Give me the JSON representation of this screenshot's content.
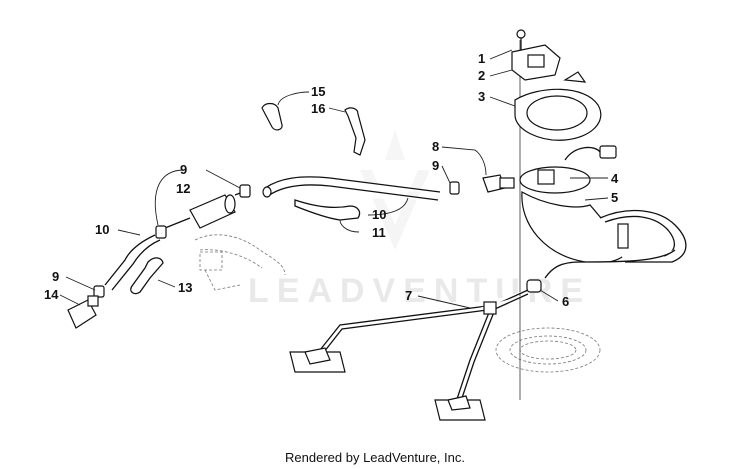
{
  "diagram": {
    "callouts": [
      {
        "id": "c1",
        "label": "1"
      },
      {
        "id": "c2",
        "label": "2"
      },
      {
        "id": "c3",
        "label": "3"
      },
      {
        "id": "c4",
        "label": "4"
      },
      {
        "id": "c5",
        "label": "5"
      },
      {
        "id": "c6",
        "label": "6"
      },
      {
        "id": "c7",
        "label": "7"
      },
      {
        "id": "c8",
        "label": "8"
      },
      {
        "id": "c9a",
        "label": "9"
      },
      {
        "id": "c9b",
        "label": "9"
      },
      {
        "id": "c9c",
        "label": "9"
      },
      {
        "id": "c10a",
        "label": "10"
      },
      {
        "id": "c10b",
        "label": "10"
      },
      {
        "id": "c11",
        "label": "11"
      },
      {
        "id": "c12",
        "label": "12"
      },
      {
        "id": "c13",
        "label": "13"
      },
      {
        "id": "c14",
        "label": "14"
      },
      {
        "id": "c15",
        "label": "15"
      },
      {
        "id": "c16",
        "label": "16"
      }
    ],
    "watermark": "LEADVENTURE",
    "footer": "Rendered by LeadVenture, Inc."
  }
}
